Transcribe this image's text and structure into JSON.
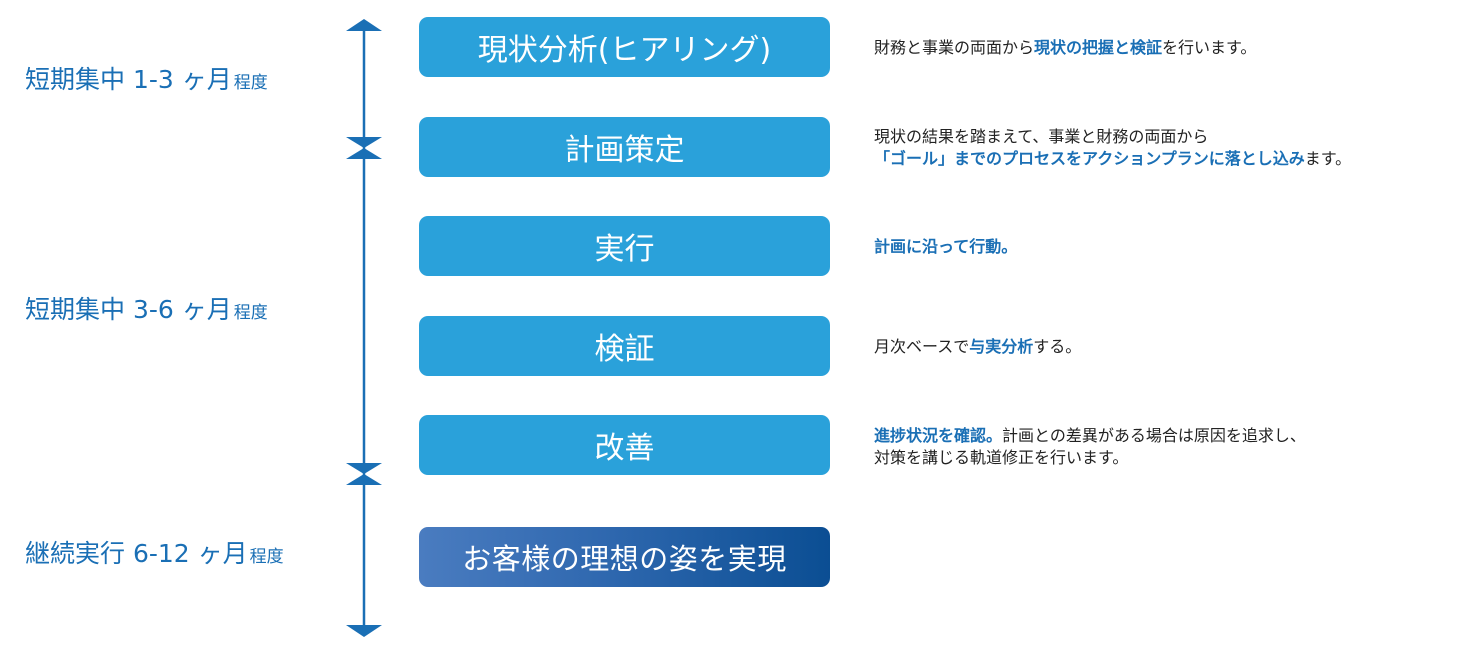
{
  "phases": [
    {
      "label": "短期集中 1-3 ヶ月",
      "suffix": "程度"
    },
    {
      "label": "短期集中 3-6 ヶ月",
      "suffix": "程度"
    },
    {
      "label": "継続実行 6-12 ヶ月",
      "suffix": "程度"
    }
  ],
  "steps": [
    {
      "label": "現状分析(ヒアリング)"
    },
    {
      "label": "計画策定"
    },
    {
      "label": "実行"
    },
    {
      "label": "検証"
    },
    {
      "label": "改善"
    }
  ],
  "goal": {
    "label": "お客様の理想の姿を実現"
  },
  "descriptions": [
    {
      "lines": [
        [
          {
            "t": "財務と事業の両面から"
          },
          {
            "t": "現状の把握と検証",
            "hl": true
          },
          {
            "t": "を行います。"
          }
        ]
      ]
    },
    {
      "lines": [
        [
          {
            "t": "現状の結果を踏まえて、事業と財務の両面から"
          }
        ],
        [
          {
            "t": "「ゴール」までのプロセスをアクションプランに落とし込み",
            "hl": true
          },
          {
            "t": "ます。"
          }
        ]
      ]
    },
    {
      "lines": [
        [
          {
            "t": "計画に沿って行動。",
            "hl": true
          }
        ]
      ]
    },
    {
      "lines": [
        [
          {
            "t": "月次ベースで"
          },
          {
            "t": "与実分析",
            "hl": true
          },
          {
            "t": "する。"
          }
        ]
      ]
    },
    {
      "lines": [
        [
          {
            "t": "進捗状況を確認。",
            "hl": true
          },
          {
            "t": "計画との差異がある場合は原因を追求し、"
          }
        ],
        [
          {
            "t": "対策を講じる軌道修正を行います。"
          }
        ]
      ]
    }
  ],
  "colors": {
    "accent": "#1a6fb5",
    "step_box": "#2aa1da",
    "goal_start": "#4a7cc0",
    "goal_end": "#0b4e93"
  }
}
